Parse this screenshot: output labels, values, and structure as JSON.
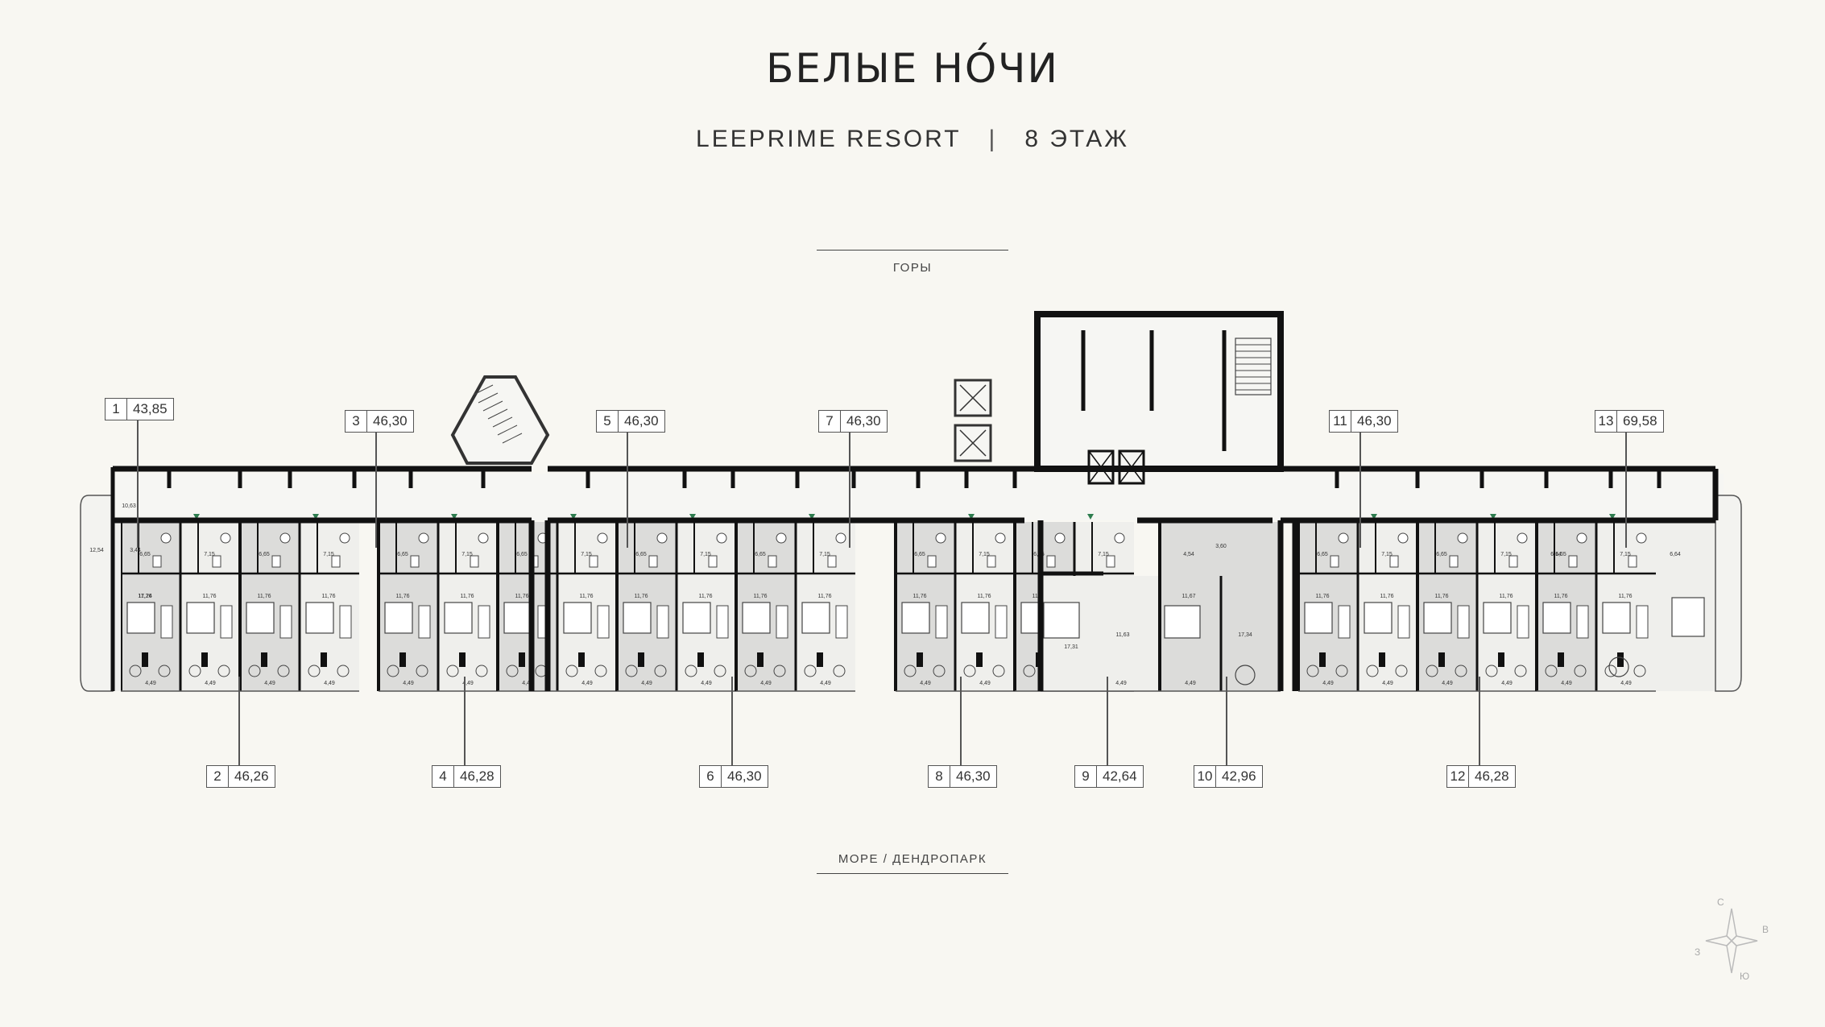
{
  "header": {
    "title": "БЕЛЫЕ НО́ЧИ",
    "project": "LEEPRIME RESORT",
    "separator": "|",
    "floor": "8 ЭТАЖ"
  },
  "orientation": {
    "top_label": "ГОРЫ",
    "bottom_label": "МОРЕ / ДЕНДРОПАРК"
  },
  "apartments_top": [
    {
      "num": "1",
      "area": "43,85"
    },
    {
      "num": "3",
      "area": "46,30"
    },
    {
      "num": "5",
      "area": "46,30"
    },
    {
      "num": "7",
      "area": "46,30"
    },
    {
      "num": "11",
      "area": "46,30"
    },
    {
      "num": "13",
      "area": "69,58"
    }
  ],
  "apartments_bottom": [
    {
      "num": "2",
      "area": "46,26"
    },
    {
      "num": "4",
      "area": "46,28"
    },
    {
      "num": "6",
      "area": "46,30"
    },
    {
      "num": "8",
      "area": "46,30"
    },
    {
      "num": "9",
      "area": "42,64"
    },
    {
      "num": "10",
      "area": "42,96"
    },
    {
      "num": "12",
      "area": "46,28"
    }
  ],
  "room_areas": {
    "bath": "6,65",
    "wc": "7,15",
    "living": "11,76",
    "balcony": "4,49",
    "corner_hall": "10,63",
    "corner_kitchen": "12,54",
    "corner_bath": "3,44",
    "corner_living": "17,24",
    "u9_living": "17,31",
    "u9_bed": "11,63",
    "u10_living": "11,67",
    "u10_kitchen": "17,34",
    "u10_bath": "4,54",
    "u10_wc": "3,60",
    "u13_bath": "6,64",
    "u13_wc": "6,14"
  },
  "compass": {
    "n": "С",
    "e": "В",
    "s": "Ю",
    "w": "З"
  },
  "colors": {
    "background": "#f8f7f2",
    "wall": "#111111",
    "unit_fill_alt": "#dcdcda",
    "unit_fill": "#efefec",
    "accent": "#2e7d4f"
  }
}
